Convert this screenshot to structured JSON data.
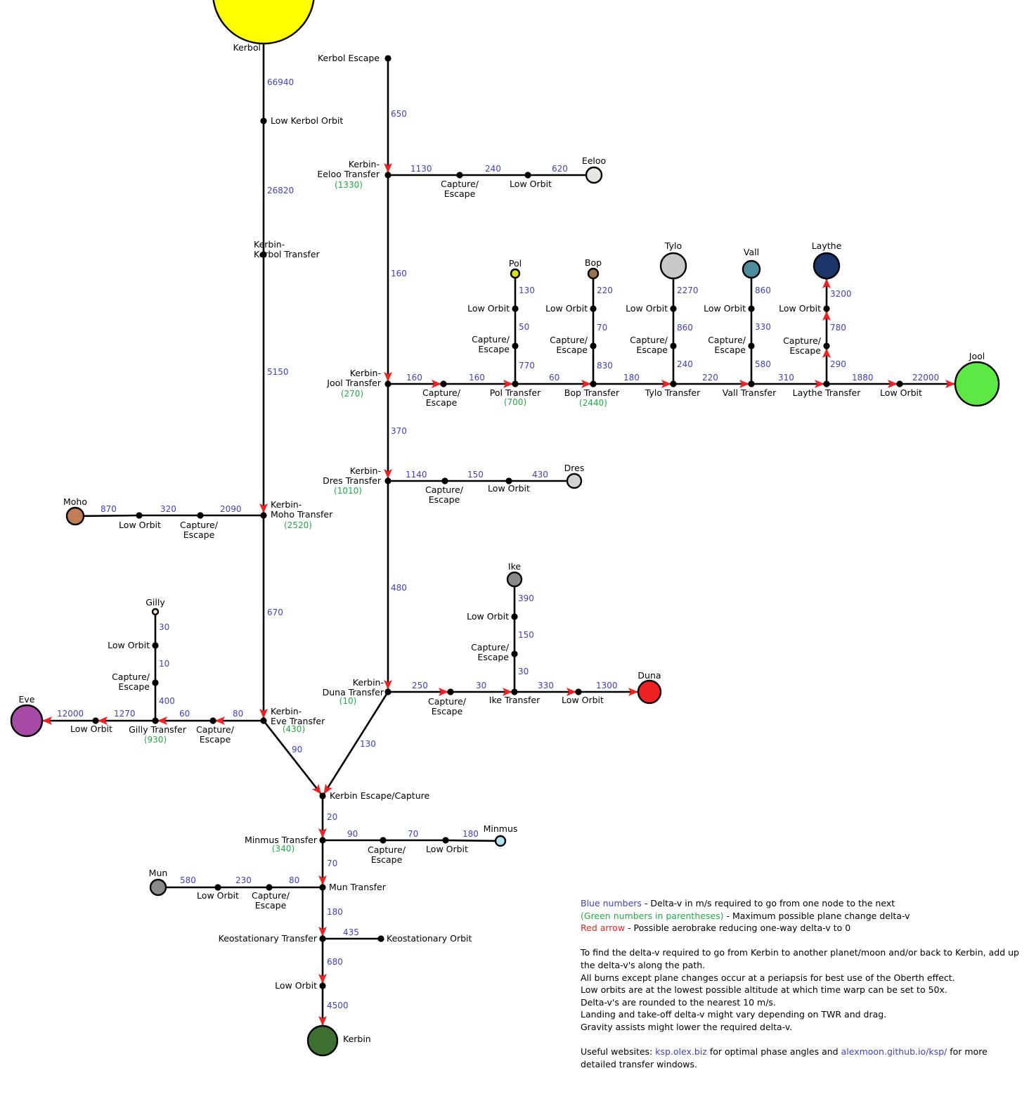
{
  "colors": {
    "line": "#000000",
    "dv": "#3f3fbf",
    "plane": "#22aa44",
    "arrow": "#ee2222"
  },
  "bodies": [
    {
      "id": "kerbol",
      "name": "Kerbol",
      "color": "#ffff00"
    },
    {
      "id": "eeloo",
      "name": "Eeloo",
      "color": "#e6e6e0"
    },
    {
      "id": "pol",
      "name": "Pol",
      "color": "#dede1a"
    },
    {
      "id": "bop",
      "name": "Bop",
      "color": "#9a7450"
    },
    {
      "id": "tylo",
      "name": "Tylo",
      "color": "#c8c8c8"
    },
    {
      "id": "vall",
      "name": "Vall",
      "color": "#4e8c9c"
    },
    {
      "id": "laythe",
      "name": "Laythe",
      "color": "#1b3568"
    },
    {
      "id": "jool",
      "name": "Jool",
      "color": "#5ee845"
    },
    {
      "id": "dres",
      "name": "Dres",
      "color": "#d2d2d2"
    },
    {
      "id": "moho",
      "name": "Moho",
      "color": "#c17e56"
    },
    {
      "id": "ike",
      "name": "Ike",
      "color": "#8a8a8a"
    },
    {
      "id": "gilly",
      "name": "Gilly",
      "color": "#f4e4c0"
    },
    {
      "id": "duna",
      "name": "Duna",
      "color": "#ee2222"
    },
    {
      "id": "eve",
      "name": "Eve",
      "color": "#a64aa6"
    },
    {
      "id": "minmus",
      "name": "Minmus",
      "color": "#b5e0f2"
    },
    {
      "id": "mun",
      "name": "Mun",
      "color": "#8a8a8a"
    },
    {
      "id": "kerbin",
      "name": "Kerbin",
      "color": "#3d7030"
    }
  ],
  "nodes": [
    {
      "id": "lko",
      "label": "Low Kerbol Orbit"
    },
    {
      "id": "kkt",
      "label": "Kerbin-\nKerbol Transfer"
    },
    {
      "id": "kesc",
      "label": "Kerbol Escape"
    },
    {
      "id": "ket",
      "label": "Kerbin-\nEeloo Transfer",
      "plane": "(1330)"
    },
    {
      "id": "ee_ce",
      "label": "Capture/\nEscape"
    },
    {
      "id": "ee_lo",
      "label": "Low Orbit"
    },
    {
      "id": "kjt",
      "label": "Kerbin-\nJool Transfer",
      "plane": "(270)"
    },
    {
      "id": "j_ce",
      "label": "Capture/\nEscape"
    },
    {
      "id": "pol_t",
      "label": "Pol Transfer",
      "plane": "(700)"
    },
    {
      "id": "pol_ce",
      "label": "Capture/\nEscape"
    },
    {
      "id": "pol_lo",
      "label": "Low Orbit"
    },
    {
      "id": "bop_t",
      "label": "Bop Transfer",
      "plane": "(2440)"
    },
    {
      "id": "bop_ce",
      "label": "Capture/\nEscape"
    },
    {
      "id": "bop_lo",
      "label": "Low Orbit"
    },
    {
      "id": "tylo_t",
      "label": "Tylo Transfer"
    },
    {
      "id": "tylo_ce",
      "label": "Capture/\nEscape"
    },
    {
      "id": "tylo_lo",
      "label": "Low Orbit"
    },
    {
      "id": "vall_t",
      "label": "Vall Transfer"
    },
    {
      "id": "vall_ce",
      "label": "Capture/\nEscape"
    },
    {
      "id": "vall_lo",
      "label": "Low Orbit"
    },
    {
      "id": "lay_t",
      "label": "Laythe Transfer"
    },
    {
      "id": "lay_ce",
      "label": "Capture/\nEscape"
    },
    {
      "id": "lay_lo",
      "label": "Low Orbit"
    },
    {
      "id": "jool_lo",
      "label": "Low Orbit"
    },
    {
      "id": "kdt",
      "label": "Kerbin-\nDres Transfer",
      "plane": "(1010)"
    },
    {
      "id": "dres_ce",
      "label": "Capture/\nEscape"
    },
    {
      "id": "dres_lo",
      "label": "Low Orbit"
    },
    {
      "id": "kmt",
      "label": "Kerbin-\nMoho Transfer",
      "plane": "(2520)"
    },
    {
      "id": "moho_ce",
      "label": "Capture/\nEscape"
    },
    {
      "id": "moho_lo",
      "label": "Low Orbit"
    },
    {
      "id": "kdut",
      "label": "Kerbin-\nDuna Transfer",
      "plane": "(10)"
    },
    {
      "id": "duna_ce",
      "label": "Capture/\nEscape"
    },
    {
      "id": "ike_t",
      "label": "Ike Transfer"
    },
    {
      "id": "ike_ce",
      "label": "Capture/\nEscape"
    },
    {
      "id": "ike_lo",
      "label": "Low Orbit"
    },
    {
      "id": "duna_lo",
      "label": "Low Orbit"
    },
    {
      "id": "kevt",
      "label": "Kerbin-\nEve Transfer",
      "plane": "(430)"
    },
    {
      "id": "eve_ce",
      "label": "Capture/\nEscape"
    },
    {
      "id": "gilly_t",
      "label": "Gilly Transfer",
      "plane": "(930)"
    },
    {
      "id": "gilly_ce",
      "label": "Capture/\nEscape"
    },
    {
      "id": "gilly_lo",
      "label": "Low Orbit"
    },
    {
      "id": "eve_lo",
      "label": "Low Orbit"
    },
    {
      "id": "kec",
      "label": "Kerbin Escape/Capture"
    },
    {
      "id": "mint",
      "label": "Minmus Transfer",
      "plane": "(340)"
    },
    {
      "id": "min_ce",
      "label": "Capture/\nEscape"
    },
    {
      "id": "min_lo",
      "label": "Low Orbit"
    },
    {
      "id": "munt",
      "label": "Mun Transfer"
    },
    {
      "id": "mun_ce",
      "label": "Capture/\nEscape"
    },
    {
      "id": "mun_lo",
      "label": "Low Orbit"
    },
    {
      "id": "kst",
      "label": "Keostationary Transfer"
    },
    {
      "id": "kso",
      "label": "Keostationary Orbit"
    },
    {
      "id": "klo",
      "label": "Low Orbit"
    }
  ],
  "edges": [
    {
      "from": "kerbol",
      "to": "lko",
      "dv": "66940"
    },
    {
      "from": "lko",
      "to": "kkt",
      "dv": "26820"
    },
    {
      "from": "kkt",
      "to": "kmt",
      "dv": "5150",
      "arrow": true
    },
    {
      "from": "kesc",
      "to": "ket",
      "dv": "650",
      "arrow": true
    },
    {
      "from": "ket",
      "to": "ee_ce",
      "dv": "1130"
    },
    {
      "from": "ee_ce",
      "to": "ee_lo",
      "dv": "240"
    },
    {
      "from": "ee_lo",
      "to": "eeloo",
      "dv": "620"
    },
    {
      "from": "ket",
      "to": "kjt",
      "dv": "160",
      "arrow": true
    },
    {
      "from": "kjt",
      "to": "j_ce",
      "dv": "160",
      "arrow": true
    },
    {
      "from": "j_ce",
      "to": "pol_t",
      "dv": "160",
      "arrow": true
    },
    {
      "from": "pol_t",
      "to": "pol_ce",
      "dv": "770"
    },
    {
      "from": "pol_ce",
      "to": "pol_lo",
      "dv": "50"
    },
    {
      "from": "pol_lo",
      "to": "pol",
      "dv": "130"
    },
    {
      "from": "pol_t",
      "to": "bop_t",
      "dv": "60",
      "arrow": true
    },
    {
      "from": "bop_t",
      "to": "bop_ce",
      "dv": "830"
    },
    {
      "from": "bop_ce",
      "to": "bop_lo",
      "dv": "70"
    },
    {
      "from": "bop_lo",
      "to": "bop",
      "dv": "220"
    },
    {
      "from": "bop_t",
      "to": "tylo_t",
      "dv": "180",
      "arrow": true
    },
    {
      "from": "tylo_t",
      "to": "tylo_ce",
      "dv": "240"
    },
    {
      "from": "tylo_ce",
      "to": "tylo_lo",
      "dv": "860"
    },
    {
      "from": "tylo_lo",
      "to": "tylo",
      "dv": "2270"
    },
    {
      "from": "tylo_t",
      "to": "vall_t",
      "dv": "220",
      "arrow": true
    },
    {
      "from": "vall_t",
      "to": "vall_ce",
      "dv": "580"
    },
    {
      "from": "vall_ce",
      "to": "vall_lo",
      "dv": "330"
    },
    {
      "from": "vall_lo",
      "to": "vall",
      "dv": "860"
    },
    {
      "from": "vall_t",
      "to": "lay_t",
      "dv": "310",
      "arrow": true
    },
    {
      "from": "lay_t",
      "to": "lay_ce",
      "dv": "290",
      "arrow": true
    },
    {
      "from": "lay_ce",
      "to": "lay_lo",
      "dv": "780",
      "arrow": true
    },
    {
      "from": "lay_lo",
      "to": "laythe",
      "dv": "3200",
      "arrow": true
    },
    {
      "from": "lay_t",
      "to": "jool_lo",
      "dv": "1880",
      "arrow": true
    },
    {
      "from": "jool_lo",
      "to": "jool",
      "dv": "22000",
      "arrow": true
    },
    {
      "from": "kjt",
      "to": "kdt",
      "dv": "370",
      "arrow": true
    },
    {
      "from": "kdt",
      "to": "dres_ce",
      "dv": "1140"
    },
    {
      "from": "dres_ce",
      "to": "dres_lo",
      "dv": "150"
    },
    {
      "from": "dres_lo",
      "to": "dres",
      "dv": "430"
    },
    {
      "from": "kdt",
      "to": "kdut",
      "dv": "480",
      "arrow": true
    },
    {
      "from": "kmt",
      "to": "moho_ce",
      "dv": "2090"
    },
    {
      "from": "moho_ce",
      "to": "moho_lo",
      "dv": "320"
    },
    {
      "from": "moho_lo",
      "to": "moho",
      "dv": "870"
    },
    {
      "from": "kmt",
      "to": "kevt",
      "dv": "670",
      "arrow": true
    },
    {
      "from": "kdut",
      "to": "duna_ce",
      "dv": "250",
      "arrow": true
    },
    {
      "from": "duna_ce",
      "to": "ike_t",
      "dv": "30",
      "arrow": true
    },
    {
      "from": "ike_t",
      "to": "ike_ce",
      "dv": "30"
    },
    {
      "from": "ike_ce",
      "to": "ike_lo",
      "dv": "150"
    },
    {
      "from": "ike_lo",
      "to": "ike",
      "dv": "390"
    },
    {
      "from": "ike_t",
      "to": "duna_lo",
      "dv": "330",
      "arrow": true
    },
    {
      "from": "duna_lo",
      "to": "duna",
      "dv": "1300",
      "arrow": true
    },
    {
      "from": "kevt",
      "to": "eve_ce",
      "dv": "80",
      "arrow": true
    },
    {
      "from": "eve_ce",
      "to": "gilly_t",
      "dv": "60",
      "arrow": true
    },
    {
      "from": "gilly_t",
      "to": "gilly_ce",
      "dv": "400"
    },
    {
      "from": "gilly_ce",
      "to": "gilly_lo",
      "dv": "10"
    },
    {
      "from": "gilly_lo",
      "to": "gilly",
      "dv": "30"
    },
    {
      "from": "gilly_t",
      "to": "eve_lo",
      "dv": "1270",
      "arrow": true
    },
    {
      "from": "eve_lo",
      "to": "eve",
      "dv": "12000",
      "arrow": true
    },
    {
      "from": "kevt",
      "to": "kec",
      "dv": "90",
      "arrow": true
    },
    {
      "from": "kdut",
      "to": "kec",
      "dv": "130",
      "arrow": true
    },
    {
      "from": "kec",
      "to": "mint",
      "dv": "20",
      "arrow": true
    },
    {
      "from": "mint",
      "to": "min_ce",
      "dv": "90"
    },
    {
      "from": "min_ce",
      "to": "min_lo",
      "dv": "70"
    },
    {
      "from": "min_lo",
      "to": "minmus",
      "dv": "180"
    },
    {
      "from": "mint",
      "to": "munt",
      "dv": "70",
      "arrow": true
    },
    {
      "from": "munt",
      "to": "mun_ce",
      "dv": "80"
    },
    {
      "from": "mun_ce",
      "to": "mun_lo",
      "dv": "230"
    },
    {
      "from": "mun_lo",
      "to": "mun",
      "dv": "580"
    },
    {
      "from": "munt",
      "to": "kst",
      "dv": "180",
      "arrow": true
    },
    {
      "from": "kst",
      "to": "kso",
      "dv": "435"
    },
    {
      "from": "kst",
      "to": "klo",
      "dv": "680",
      "arrow": true
    },
    {
      "from": "klo",
      "to": "kerbin",
      "dv": "4500",
      "arrow": true
    }
  ],
  "legend": {
    "blue_key": "Blue numbers",
    "blue_text": " - Delta-v in m/s required to go from one node to the next",
    "green_key": "(Green numbers in parentheses)",
    "green_text": " - Maximum possible plane change delta-v",
    "red_key": "Red arrow",
    "red_text": " - Possible aerobrake reducing one-way delta-v to 0",
    "notes": [
      "To find the delta-v required to go from Kerbin to another planet/moon and/or back to Kerbin, add up the delta-v's along the path.",
      "All burns except plane changes occur at a periapsis for best use of the Oberth effect.",
      "Low orbits are at the lowest possible altitude at which time warp can be set to 50x.",
      "Delta-v's are rounded to the nearest 10 m/s.",
      "Landing and take-off delta-v might vary depending on TWR and drag.",
      "Gravity assists might lower the required delta-v."
    ],
    "websites_prefix": "Useful websites: ",
    "site1": "ksp.olex.biz",
    "websites_mid": " for optimal phase angles and ",
    "site2": "alexmoon.github.io/ksp/",
    "websites_suffix": " for more detailed transfer windows."
  }
}
